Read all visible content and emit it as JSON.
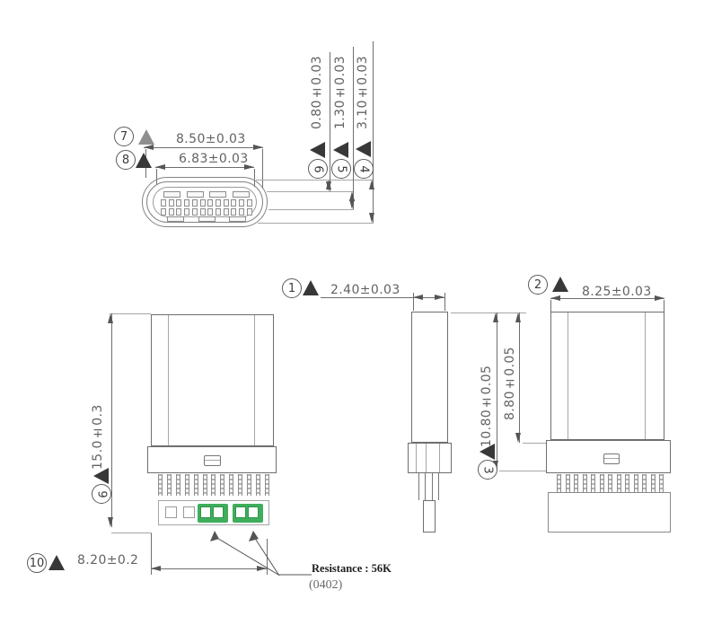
{
  "drawing": {
    "callouts": {
      "c1": "1",
      "c2": "2",
      "c3": "3",
      "c4": "4",
      "c5": "5",
      "c6": "6",
      "c7": "7",
      "c8": "8",
      "c9": "9",
      "c10": "10"
    },
    "dims": {
      "d1": "2.40±0.03",
      "d2": "8.25±0.03",
      "d4": "3.10±0.03",
      "d5": "1.30±0.03",
      "d6": "0.80±0.03",
      "d7": "8.50±0.03",
      "d8": "6.83±0.03",
      "d9": "15.0±0.3",
      "d10": "8.20±0.2",
      "shell_len": "10.80±0.05",
      "body_len": "8.80±0.05"
    },
    "notes": {
      "resistance": "Resistance : 56K",
      "package": "(0402)"
    },
    "counts": {
      "front_view_pins": 13,
      "side_view_pins": 13,
      "contacts_per_row": 12,
      "top_tabs": 4,
      "bottom_tabs": 3,
      "plain_pads": 2,
      "resistor_groups": 2,
      "pads_per_group": 2
    },
    "colors": {
      "line": "#6e6e6e",
      "thin_line": "#a6a6a6",
      "dim_text": "#636363",
      "marker": "#383838",
      "pad_green": "#3fae5c",
      "pad_green_border": "#2e9549"
    }
  }
}
